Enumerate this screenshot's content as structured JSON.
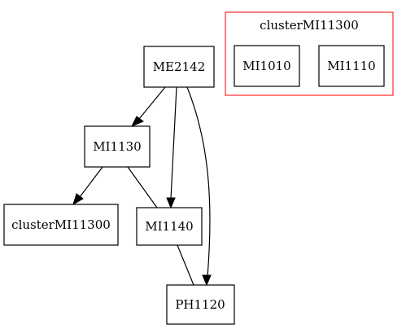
{
  "cluster": {
    "label": "clusterMI11300",
    "border_color": "#ff0000",
    "members": [
      "MI1010",
      "MI1110"
    ]
  },
  "nodes": {
    "me2142": "ME2142",
    "mi1130": "MI1130",
    "cluster_node": "clusterMI11300",
    "mi1140": "MI1140",
    "ph1120": "PH1120",
    "mi1010": "MI1010",
    "mi1110": "MI1110"
  },
  "edges": [
    {
      "from": "ME2142",
      "to": "MI1130",
      "arrow": true
    },
    {
      "from": "ME2142",
      "to": "MI1140",
      "arrow": true
    },
    {
      "from": "ME2142",
      "to": "PH1120",
      "arrow": true
    },
    {
      "from": "MI1130",
      "to": "clusterMI11300",
      "arrow": true
    },
    {
      "from": "MI1130",
      "to": "MI1140",
      "arrow": false
    },
    {
      "from": "MI1140",
      "to": "PH1120",
      "arrow": false
    }
  ]
}
